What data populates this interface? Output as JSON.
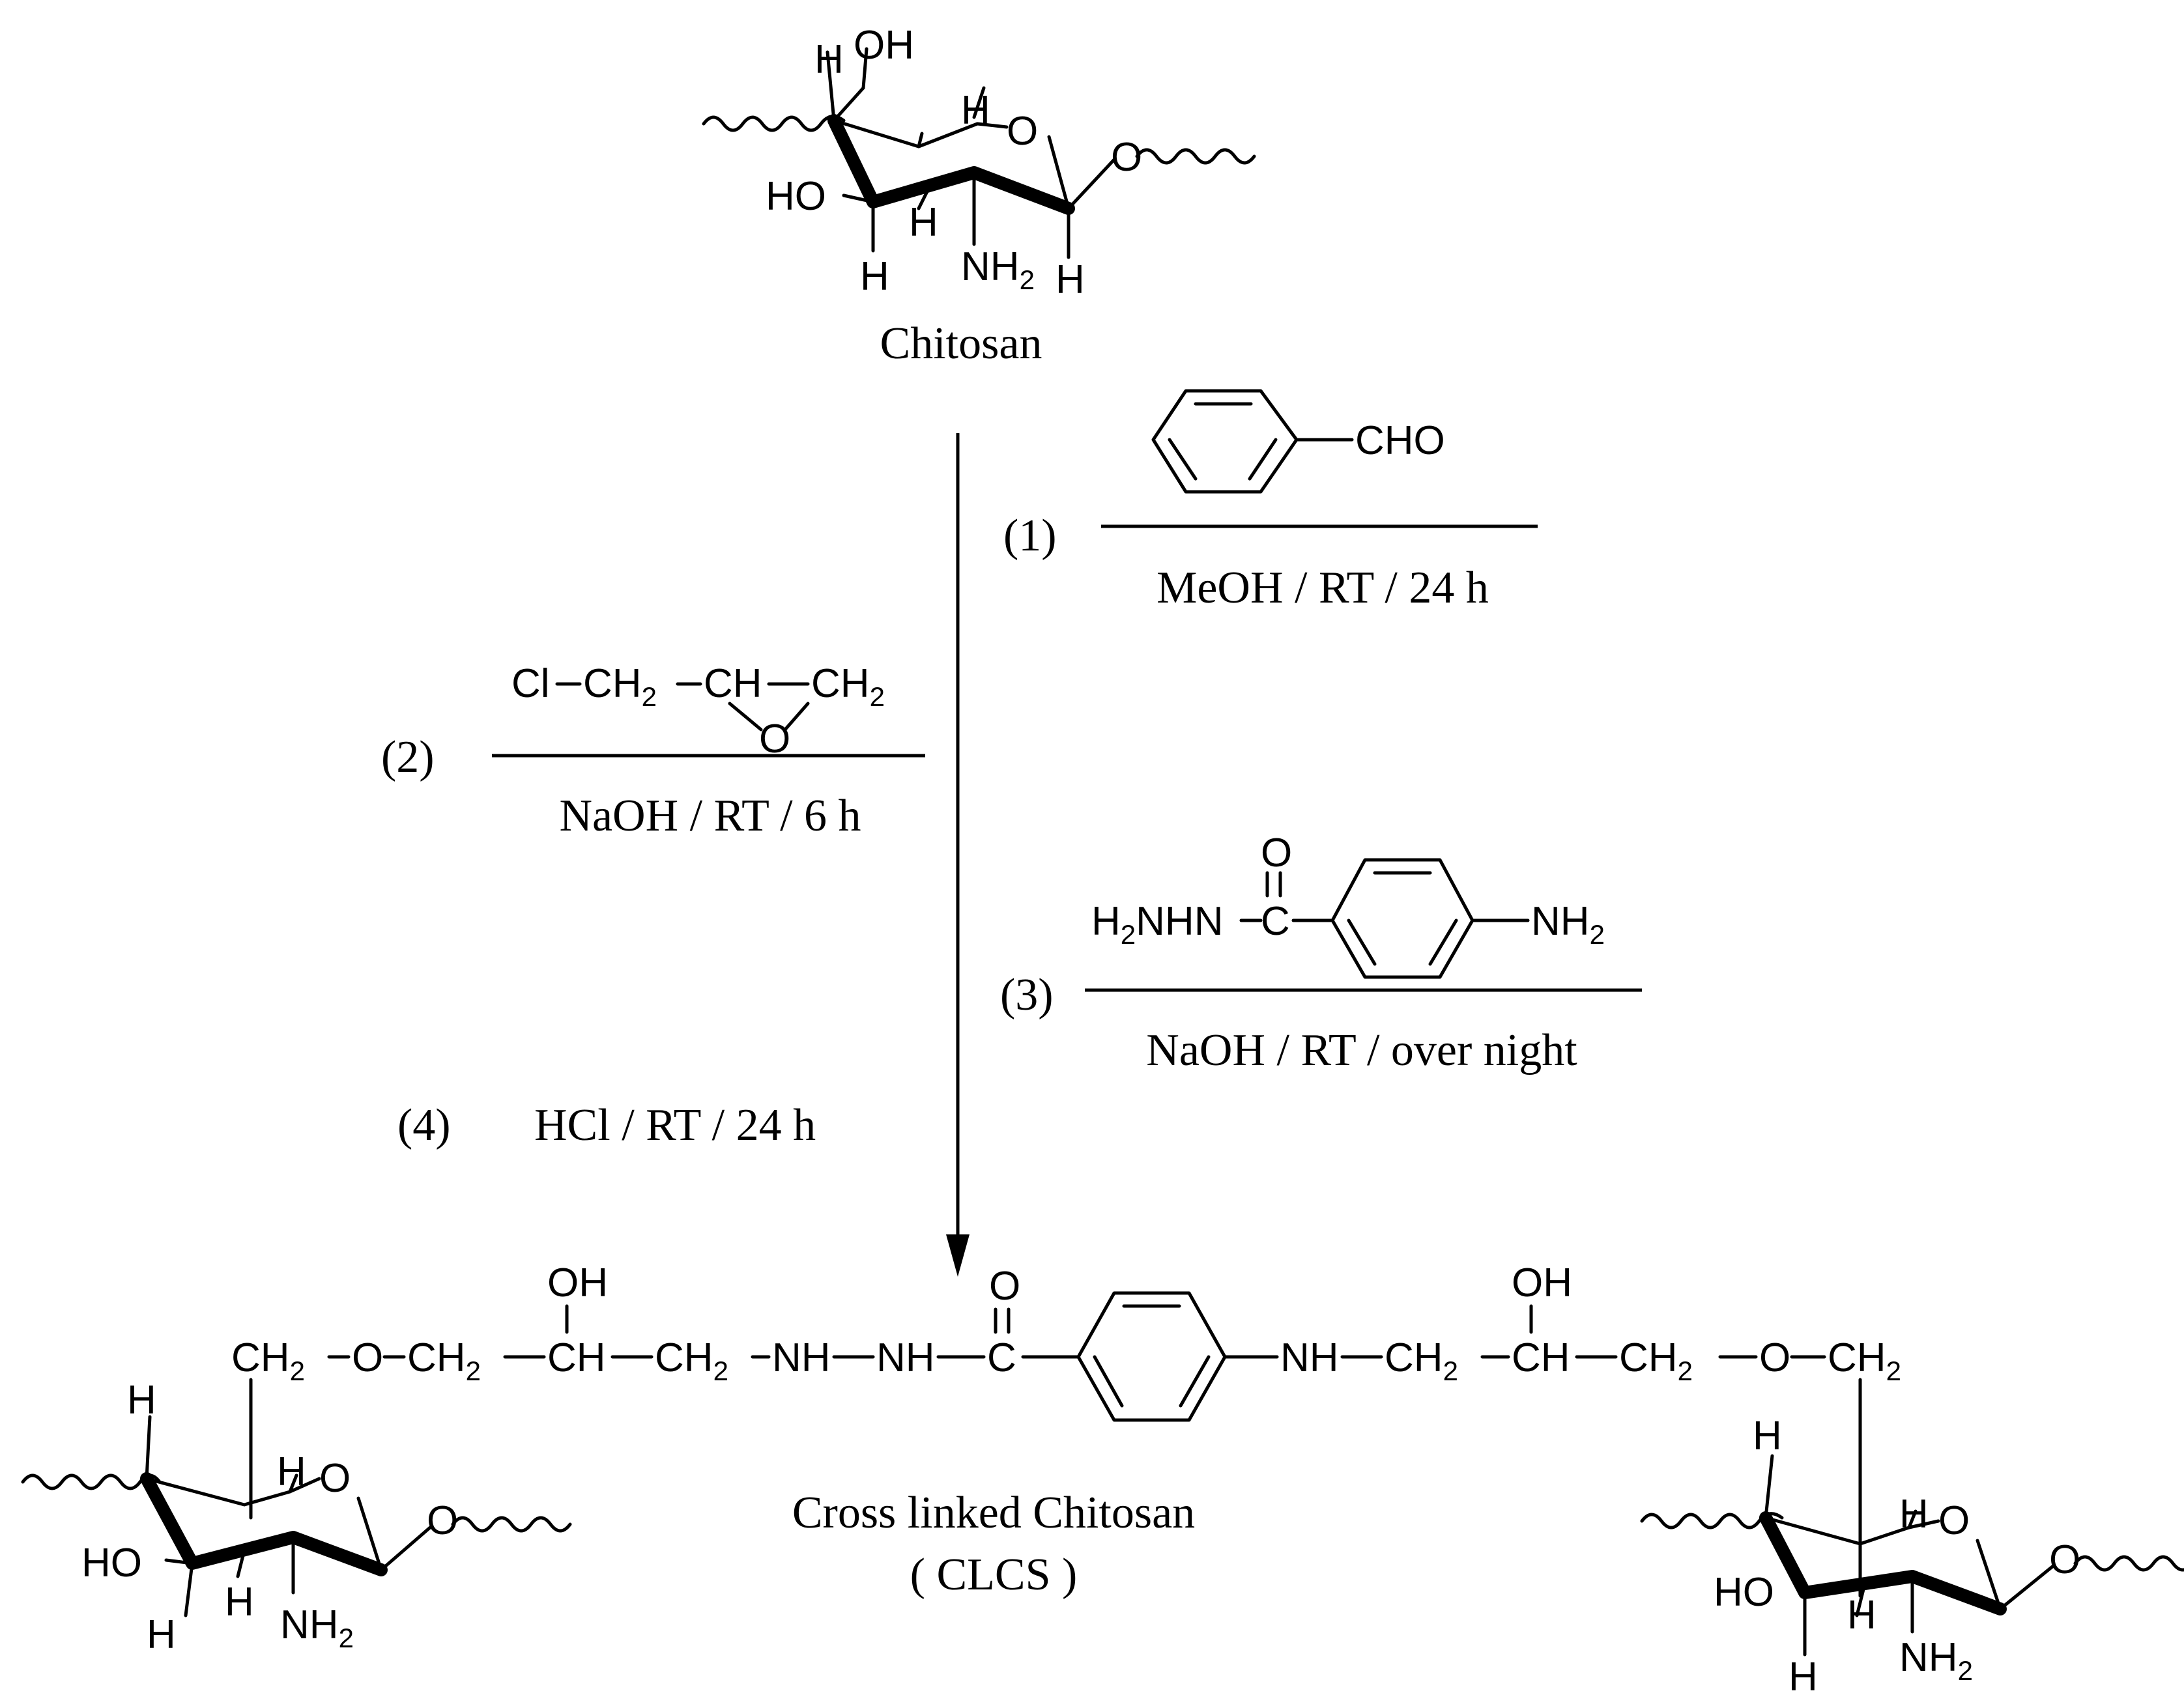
{
  "chitosan_label": "Chitosan",
  "product_label": "Cross linked Chitosan",
  "product_abbrev": "( CLCS )",
  "steps": [
    {
      "number": "(1)",
      "reagent": "CHO",
      "conditions": "MeOH / RT / 24 h"
    },
    {
      "number": "(2)",
      "reagent_parts": [
        "Cl",
        "CH",
        "CH",
        "CH",
        "O"
      ],
      "conditions": "NaOH / RT / 6 h"
    },
    {
      "number": "(3)",
      "reagent_parts": [
        "H",
        "NHN",
        "NH",
        "O"
      ],
      "conditions": "NaOH / RT / over night"
    },
    {
      "number": "(4)",
      "conditions": "HCl / RT / 24 h"
    }
  ],
  "atoms": {
    "H": "H",
    "OH": "OH",
    "HO": "HO",
    "O": "O",
    "NH": "NH",
    "N": "NH",
    "sub2": "2",
    "CH": "CH",
    "NHbare": "NH",
    "C": "C"
  }
}
